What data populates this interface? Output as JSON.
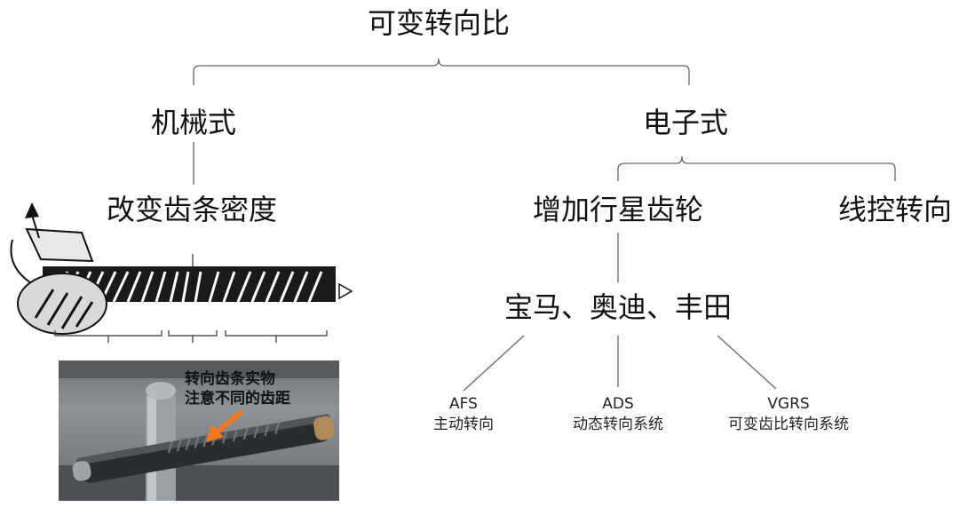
{
  "root": "可变转向比",
  "branches": {
    "mechanical": "机械式",
    "electronic": "电子式"
  },
  "mechanical_method": "改变齿条密度",
  "electronic_methods": {
    "planetary": "增加行星齿轮",
    "wire": "线控转向"
  },
  "makers": "宝马、奥迪、丰田",
  "systems": [
    {
      "abbr": "AFS",
      "name": "主动转向"
    },
    {
      "abbr": "ADS",
      "name": "动态转向系统"
    },
    {
      "abbr": "VGRS",
      "name": "可变齿比转向系统"
    }
  ],
  "photo_annotation": {
    "line1": "转向齿条实物",
    "line2": "注意不同的齿距"
  },
  "colors": {
    "line": "#555555",
    "arrow": "#f07820"
  }
}
